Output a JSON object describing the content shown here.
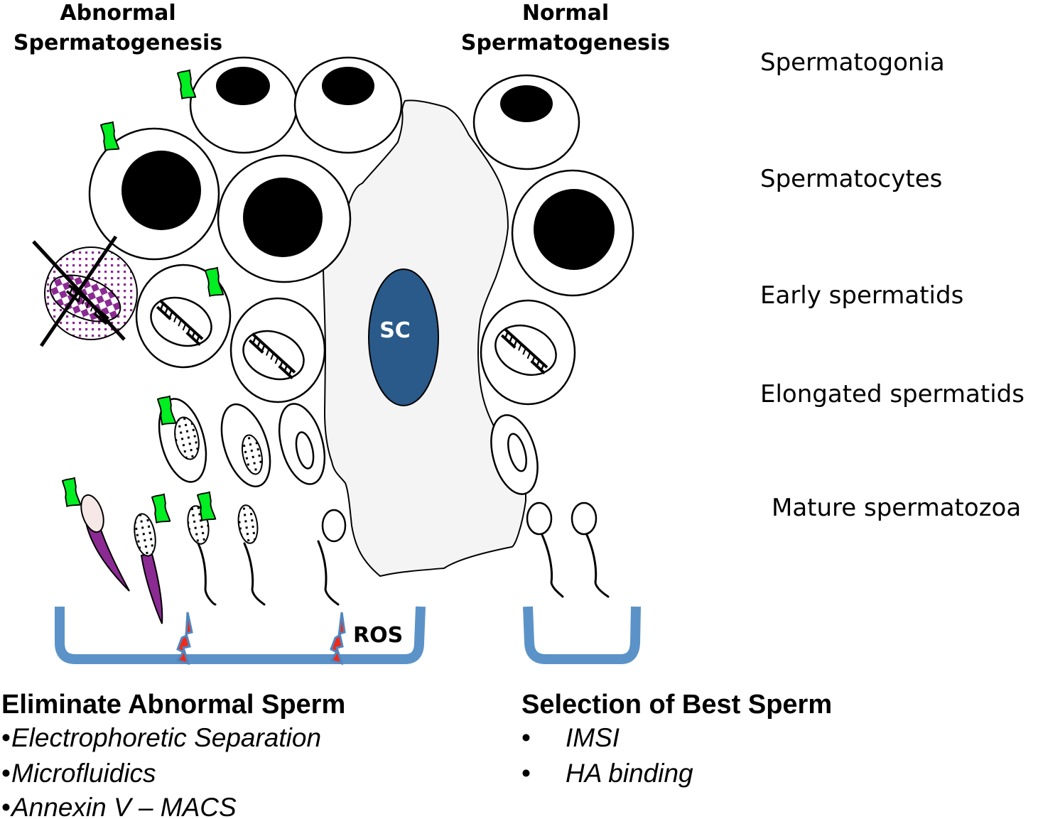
{
  "headers": {
    "abnormal_line1": "Abnormal",
    "abnormal_line2": "Spermatogenesis",
    "normal_line1": "Normal",
    "normal_line2": "Spermatogenesis"
  },
  "stages": [
    {
      "label": "Spermatogonia"
    },
    {
      "label": "Spermatocytes"
    },
    {
      "label": "Early spermatids"
    },
    {
      "label": "Elongated spermatids"
    },
    {
      "label": "Mature spermatozoa"
    }
  ],
  "sertoli_cell": {
    "label": "SC",
    "nucleus_color": "#2a5a8a",
    "cytoplasm_color": "#f4f4f4"
  },
  "ros_label": "ROS",
  "colors": {
    "marker": "#00ee22",
    "damaged_cell": "#8b2a92",
    "tray": "#5b93c8",
    "ros_bolt": "#ee2a1a"
  },
  "left_panel": {
    "heading": "Eliminate Abnormal Sperm",
    "bullet": "•",
    "items": [
      "Electrophoretic Separation",
      "Microfluidics",
      "Annexin V – MACS"
    ]
  },
  "right_panel": {
    "heading": "Selection of Best Sperm",
    "bullet": "•",
    "items": [
      "IMSI",
      "HA binding"
    ]
  }
}
